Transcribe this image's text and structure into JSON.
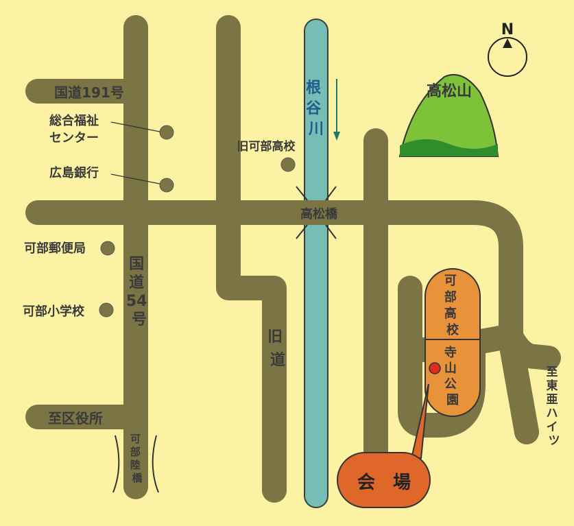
{
  "colors": {
    "background": "#fbf3a3",
    "road": "#7b7444",
    "river": "#76bdb4",
    "mountain": "#7ec23a",
    "school_area": "#e8923a",
    "venue": "#e0672a",
    "marker": "#e02a1e",
    "river_text": "#1f5d8c"
  },
  "compass": {
    "label": "N"
  },
  "mountain": {
    "label": "高松山"
  },
  "river": {
    "label": "根谷川"
  },
  "roads": {
    "national_191": "国道191号",
    "national_54": "国道54号",
    "old_road": "旧道",
    "to_ward_office": "至区役所",
    "to_higashi_ami": "至東亜ハイツ"
  },
  "bridges": {
    "takamatsu": "高松橋",
    "kabe_riku": "可部陸橋"
  },
  "places": {
    "welfare_center": "総合福祉センター",
    "hiroshima_bank": "広島銀行",
    "post_office": "可部郵便局",
    "elementary_school": "可部小学校",
    "old_high_school": "旧可部高校",
    "high_school": "可部高校",
    "park": "寺山公園"
  },
  "venue": {
    "label": "会　場"
  },
  "icons": [
    "compass-icon",
    "location-dot-icon",
    "venue-marker-icon"
  ]
}
